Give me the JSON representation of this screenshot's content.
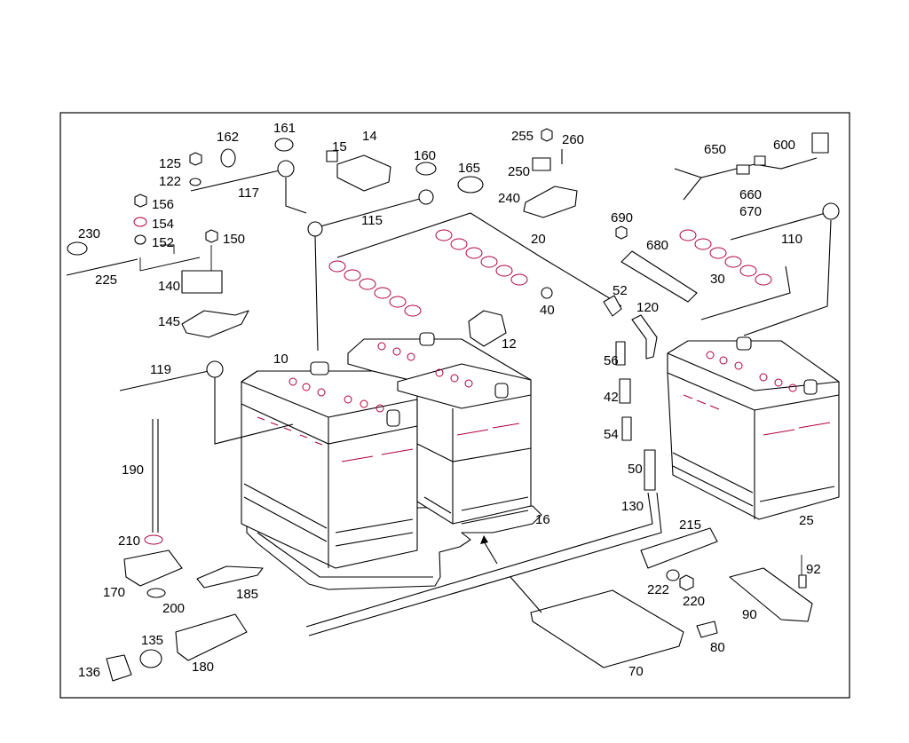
{
  "diagram": {
    "labels": {
      "p10": "10",
      "p12": "12",
      "p14": "14",
      "p15": "15",
      "p16": "16",
      "p20": "20",
      "p25": "25",
      "p30": "30",
      "p40": "40",
      "p42": "42",
      "p50": "50",
      "p52": "52",
      "p54": "54",
      "p56": "56",
      "p70": "70",
      "p80": "80",
      "p90": "90",
      "p92": "92",
      "p110": "110",
      "p115": "115",
      "p117": "117",
      "p119": "119",
      "p120": "120",
      "p122": "122",
      "p125": "125",
      "p130": "130",
      "p135": "135",
      "p136": "136",
      "p140": "140",
      "p145": "145",
      "p150": "150",
      "p152": "152",
      "p154": "154",
      "p156": "156",
      "p160": "160",
      "p161": "161",
      "p162": "162",
      "p165": "165",
      "p170": "170",
      "p180": "180",
      "p185": "185",
      "p190": "190",
      "p200": "200",
      "p210": "210",
      "p215": "215",
      "p220": "220",
      "p222": "222",
      "p225": "225",
      "p230": "230",
      "p240": "240",
      "p250": "250",
      "p255": "255",
      "p260": "260",
      "p600": "600",
      "p650": "650",
      "p660": "660",
      "p670": "670",
      "p680": "680",
      "p690": "690"
    },
    "colors": {
      "line": "#000000",
      "accent": "#b0003a",
      "background": "#ffffff"
    }
  }
}
